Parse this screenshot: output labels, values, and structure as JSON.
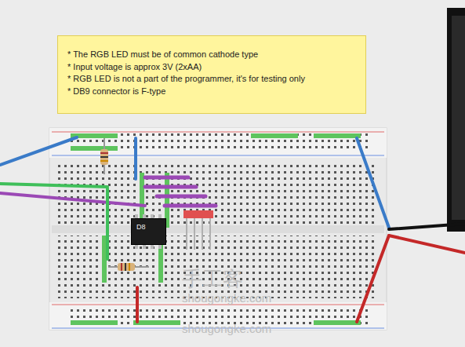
{
  "diagram": {
    "nodes": [
      {
        "text": [
          "* The RGB LED must be of common cathode type",
          "* Input voltage is approx 3V (2xAA)",
          "* RGB LED is not a part of the programmer, it's for testing only",
          "* DB9 connector is F-type"
        ]
      },
      {
        "text": [
          "D8"
        ]
      }
    ],
    "labels": [
      "shougongke.com",
      "shougongke.com",
      "手工客"
    ]
  }
}
